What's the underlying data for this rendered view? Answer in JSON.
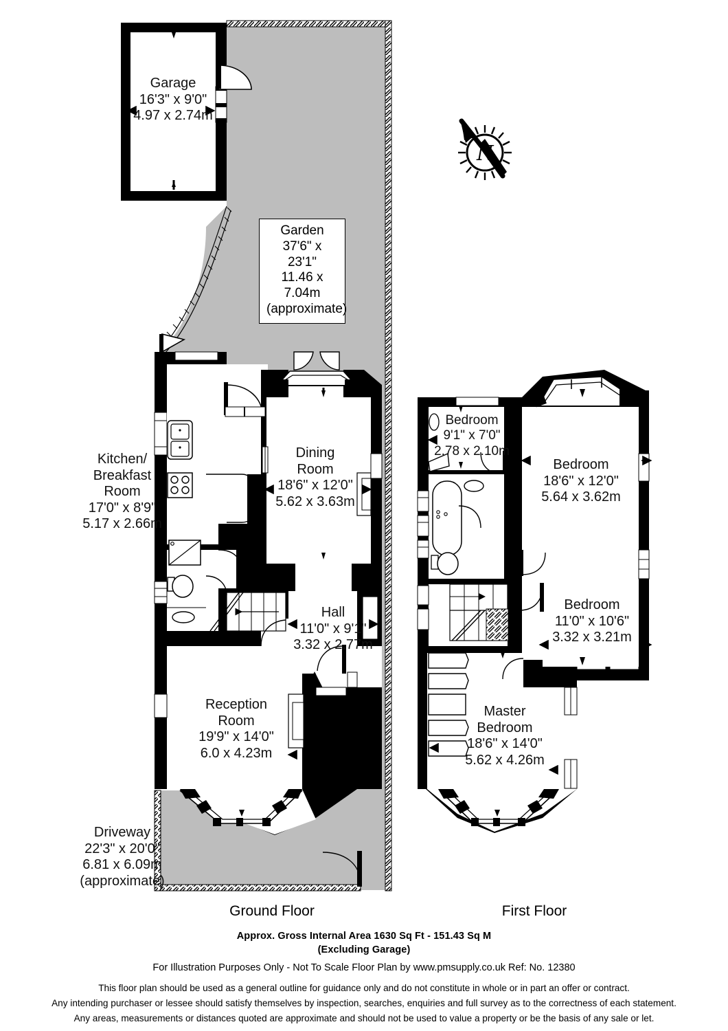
{
  "document": {
    "type": "floor-plan",
    "floors": [
      {
        "id": "ground",
        "label": "Ground Floor"
      },
      {
        "id": "first",
        "label": "First Floor"
      }
    ]
  },
  "compass": {
    "name": "north-arrow",
    "letter": "N"
  },
  "outdoor": {
    "garden": {
      "name": "Garden",
      "imperial": "37'6\" x 23'1\"",
      "metric": "11.46 x 7.04m",
      "note": "(approximate)"
    },
    "driveway": {
      "name": "Driveway",
      "imperial": "22'3\" x 20'0\"",
      "metric": "6.81 x 6.09m",
      "note": "(approximate)"
    }
  },
  "rooms": {
    "garage": {
      "name": "Garage",
      "imperial": "16'3\" x 9'0\"",
      "metric": "4.97 x 2.74m"
    },
    "kitchen": {
      "name_line1": "Kitchen/",
      "name_line2": "Breakfast",
      "name_line3": "Room",
      "imperial": "17'0\" x 8'9\"",
      "metric": "5.17 x 2.66m"
    },
    "dining": {
      "name_line1": "Dining",
      "name_line2": "Room",
      "imperial": "18'6\" x 12'0\"",
      "metric": "5.62 x 3.63m"
    },
    "hall": {
      "name": "Hall",
      "imperial": "11'0\" x 9'1\"",
      "metric": "3.32 x 2.77m"
    },
    "reception": {
      "name_line1": "Reception",
      "name_line2": "Room",
      "imperial": "19'9\" x 14'0\"",
      "metric": "6.0 x 4.23m"
    },
    "bedroom_small": {
      "name": "Bedroom",
      "imperial": "9'1\" x 7'0\"",
      "metric": "2.78 x 2.10m"
    },
    "bedroom_front": {
      "name": "Bedroom",
      "imperial": "18'6\" x 12'0\"",
      "metric": "5.64 x 3.62m"
    },
    "bedroom_third": {
      "name": "Bedroom",
      "imperial": "11'0\" x 10'6\"",
      "metric": "3.32 x 3.21m"
    },
    "master": {
      "name_line1": "Master",
      "name_line2": "Bedroom",
      "imperial": "18'6\" x 14'0\"",
      "metric": "5.62 x 4.26m"
    }
  },
  "footer": {
    "area_line1": "Approx. Gross Internal Area  1630 Sq Ft  -  151.43 Sq M",
    "area_line2": "(Excluding Garage)",
    "illustration": "For Illustration Purposes Only - Not To Scale   Floor Plan by  www.pmsupply.co.uk   Ref: No. 12380",
    "disclaimer_line1": "This floor plan should be used as a general outline for guidance only and do not constitute in whole or in part an offer or contract.",
    "disclaimer_line2": "Any intending purchaser or lessee should satisfy themselves by inspection, searches, enquiries and full survey as to the correctness of each statement.",
    "disclaimer_line3": "Any areas, measurements or distances quoted are approximate and should not be used to value a property or be the basis of any sale or let."
  },
  "colors": {
    "wall": "#000000",
    "outdoor_fill": "#bdbdbd",
    "paper": "#ffffff",
    "text": "#111111"
  }
}
